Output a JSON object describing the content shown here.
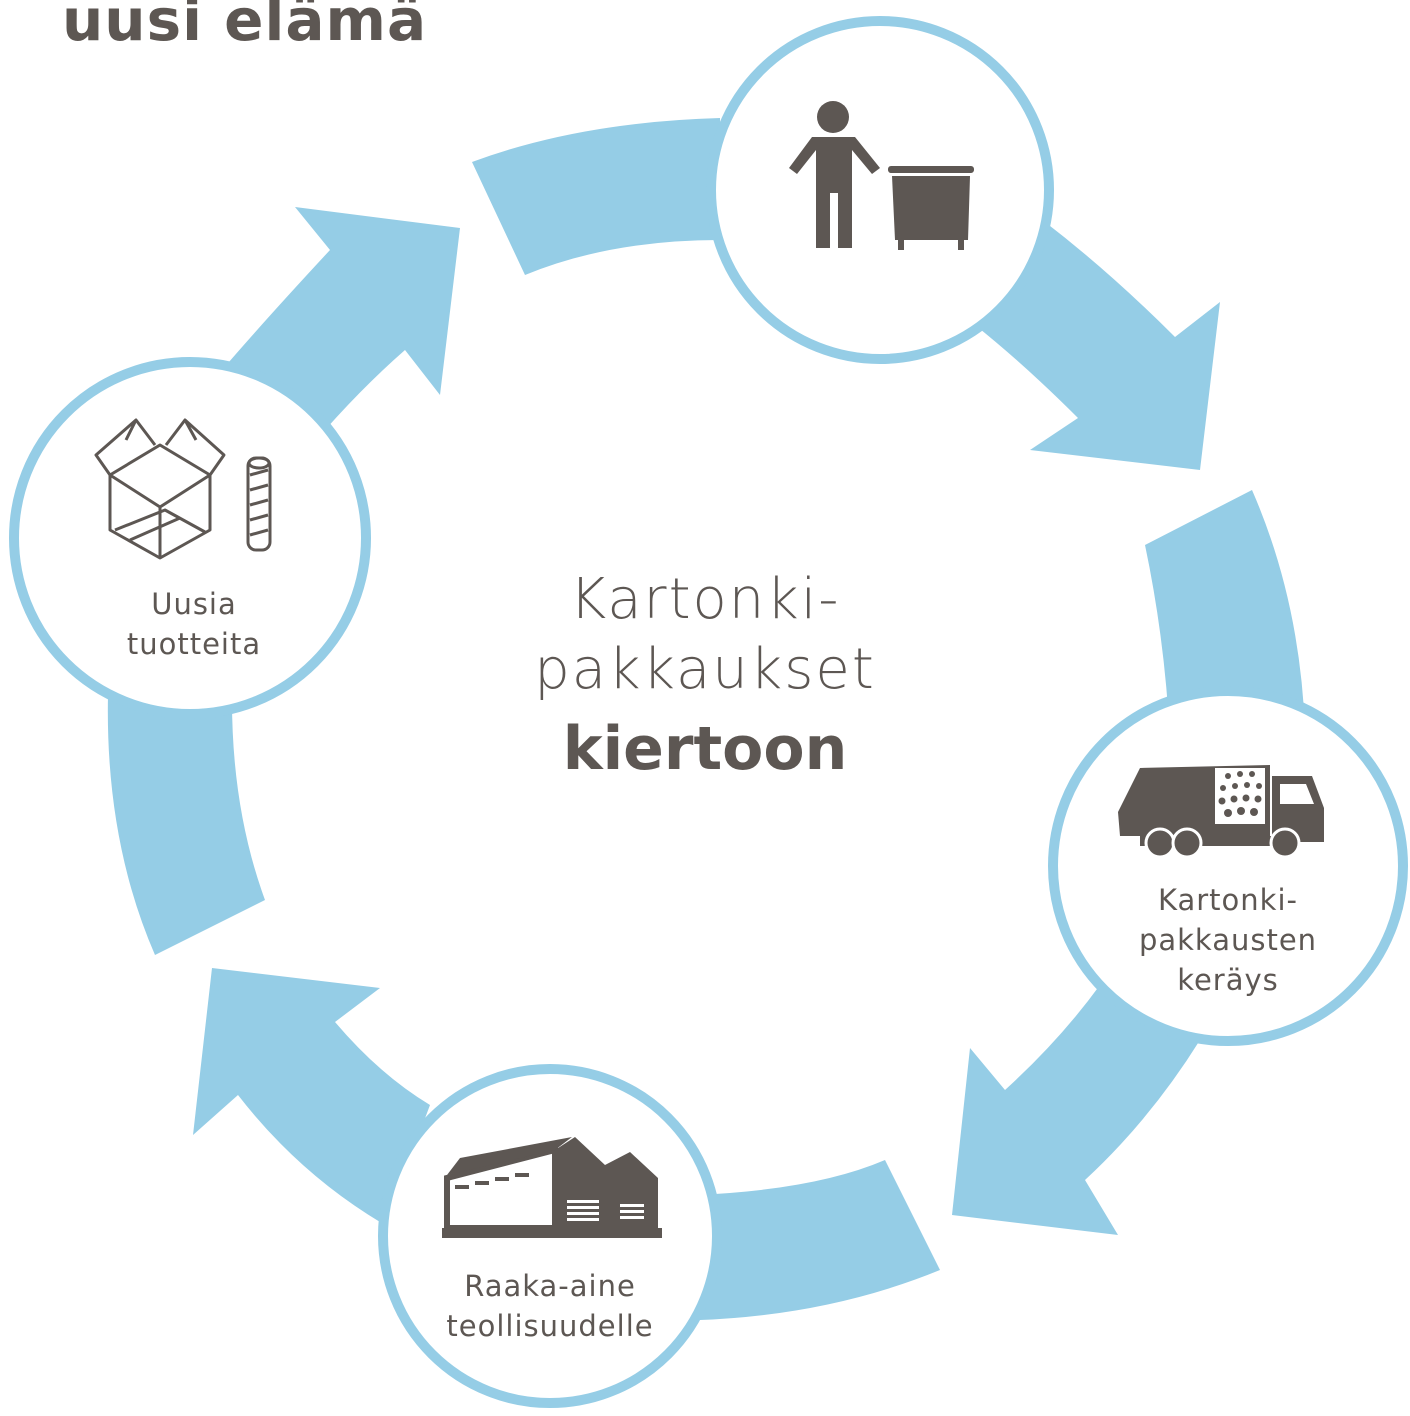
{
  "title": "uusi elämä",
  "center": {
    "line1": "Kartonki-",
    "line2": "pakkaukset",
    "line3": "kiertoon"
  },
  "nodes": [
    {
      "id": "disposal",
      "icon": "person-with-waste-bin-icon",
      "lines": []
    },
    {
      "id": "collection",
      "icon": "garbage-truck-icon",
      "lines": [
        "Kartonki-",
        "pakkausten",
        "keräys"
      ]
    },
    {
      "id": "industry",
      "icon": "factory-icon",
      "lines": [
        "Raaka-aine",
        "teollisuudelle"
      ]
    },
    {
      "id": "products",
      "icon": "box-and-tube-icon",
      "lines": [
        "Uusia",
        "tuotteita"
      ]
    }
  ],
  "colors": {
    "arrow": "#95cde6",
    "ring": "#95cde6",
    "text": "#5d5753",
    "icon": "#5d5753",
    "background": "#ffffff"
  }
}
